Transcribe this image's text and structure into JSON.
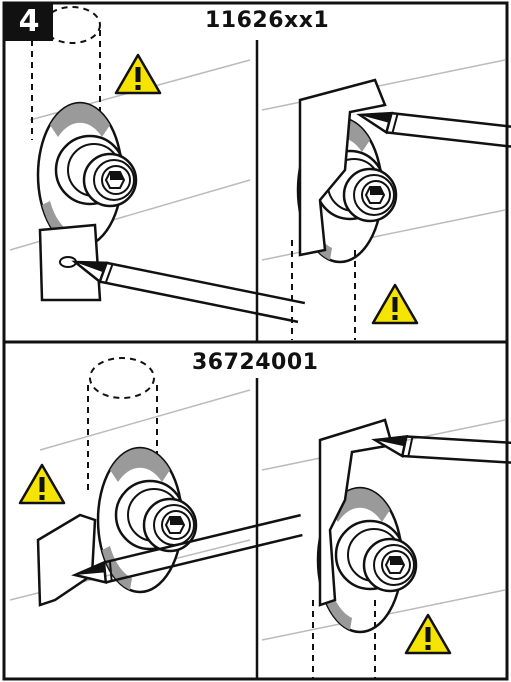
{
  "step": {
    "number": "4"
  },
  "panels": [
    {
      "model_label": "11626xx1"
    },
    {
      "model_label": "36724001"
    }
  ],
  "colors": {
    "warning_fill": "#f5e400",
    "outline": "#111111",
    "background": "#ffffff",
    "shadow_grey": "#9a9a9a"
  },
  "icons": [
    "warning-triangle-icon",
    "screwdriver-icon",
    "hex-socket-screw-icon"
  ]
}
